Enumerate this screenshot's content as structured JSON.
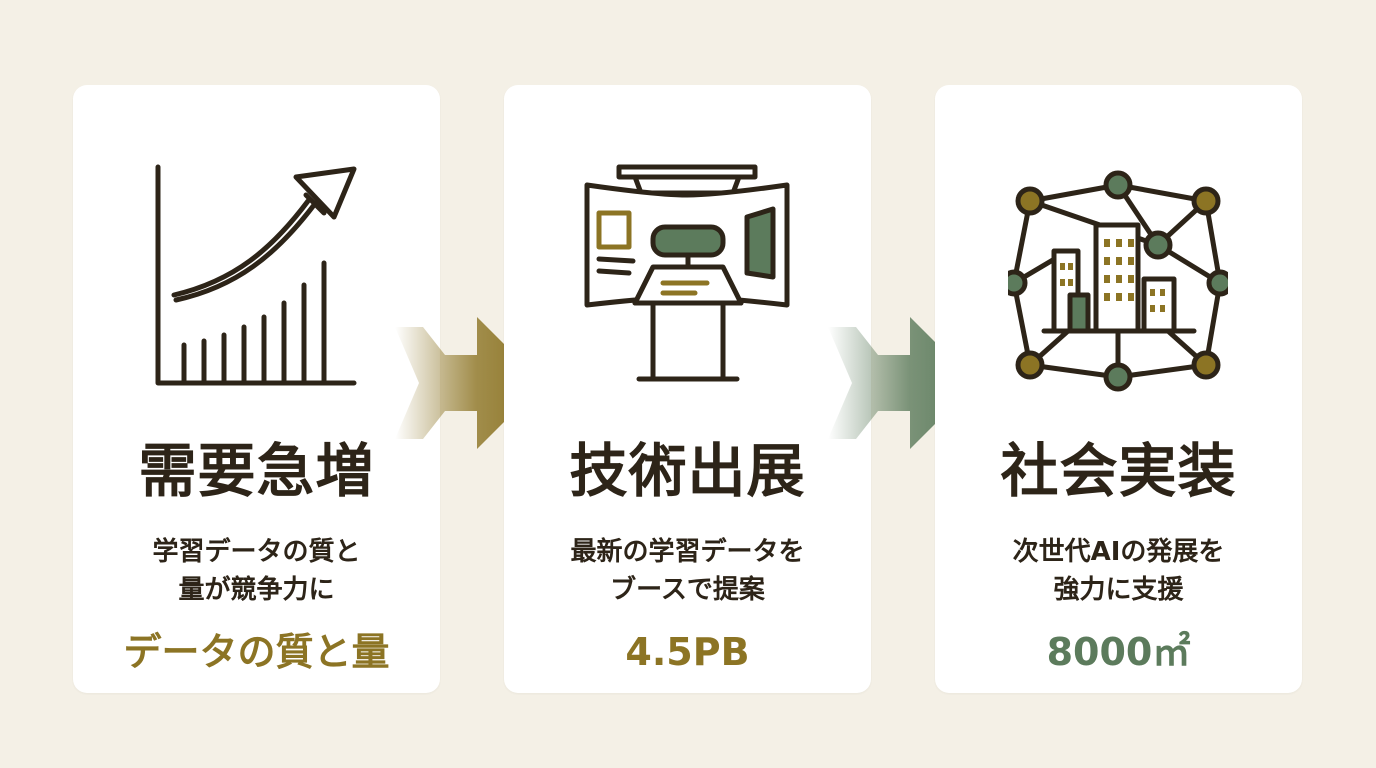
{
  "colors": {
    "background": "#f4f0e6",
    "card": "#ffffff",
    "ink": "#2d2418",
    "gold": "#8c7424",
    "green": "#5c7b5c"
  },
  "steps": [
    {
      "icon": "rising-chart-icon",
      "title": "需要急増",
      "desc_lines": [
        "学習データの質と",
        "量が競争力に"
      ],
      "highlight": "データの質と量",
      "highlight_color": "#8c7424"
    },
    {
      "icon": "exhibition-booth-icon",
      "title": "技術出展",
      "desc_lines": [
        "最新の学習データを",
        "ブースで提案"
      ],
      "highlight": "4.5PB",
      "highlight_color": "#8c7424"
    },
    {
      "icon": "network-city-icon",
      "title": "社会実装",
      "desc_lines": [
        "次世代AIの発展を",
        "強力に支援"
      ],
      "highlight": "8000㎡",
      "highlight_color": "#5c7b5c"
    }
  ],
  "arrows": [
    {
      "icon": "arrow-right-icon",
      "color": "#8c7424"
    },
    {
      "icon": "arrow-right-icon",
      "color": "#5c7b5c"
    }
  ]
}
